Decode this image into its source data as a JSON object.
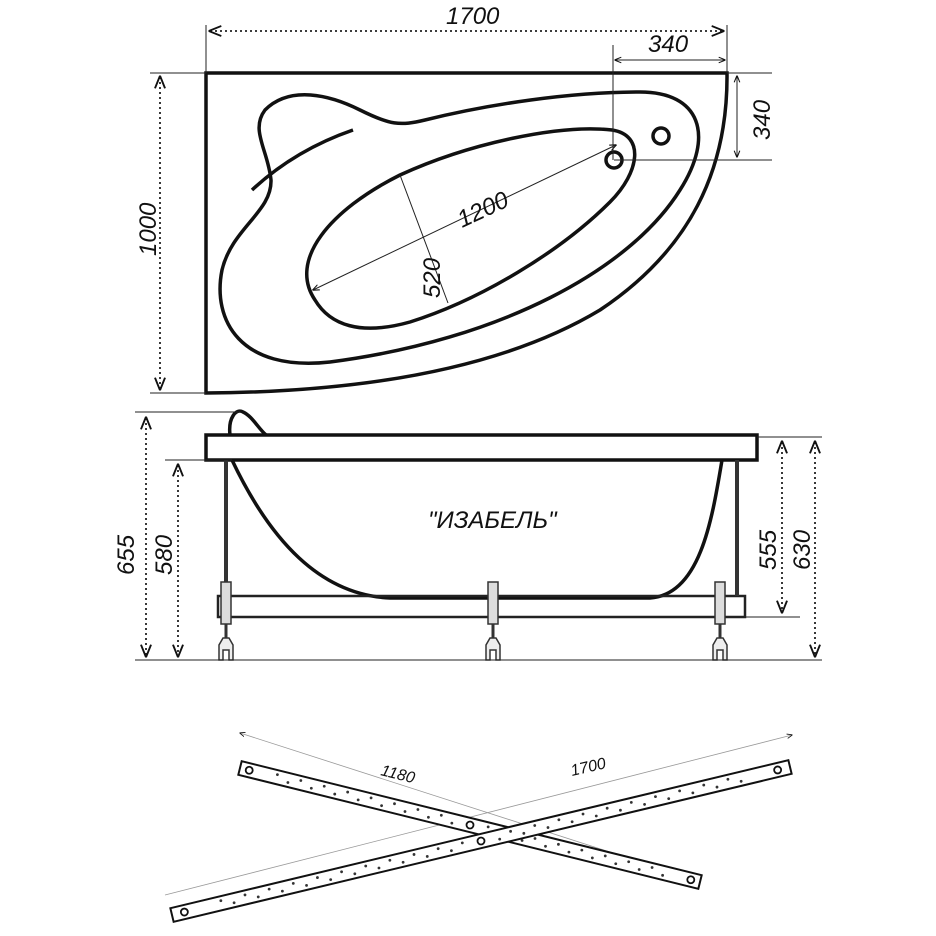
{
  "plan_view": {
    "width_label": "1700",
    "depth_label": "1000",
    "drain_offset_x_label": "340",
    "drain_offset_y_label": "340",
    "bowl_length_label": "1200",
    "bowl_width_label": "520"
  },
  "side_view": {
    "model_name": "\"ИЗАБЕЛЬ\"",
    "height_headrest_label": "655",
    "height_rim_left_label": "580",
    "height_frame_label": "555",
    "height_rim_right_label": "630"
  },
  "frame": {
    "short_bar_label": "1180",
    "long_bar_label": "1700"
  }
}
